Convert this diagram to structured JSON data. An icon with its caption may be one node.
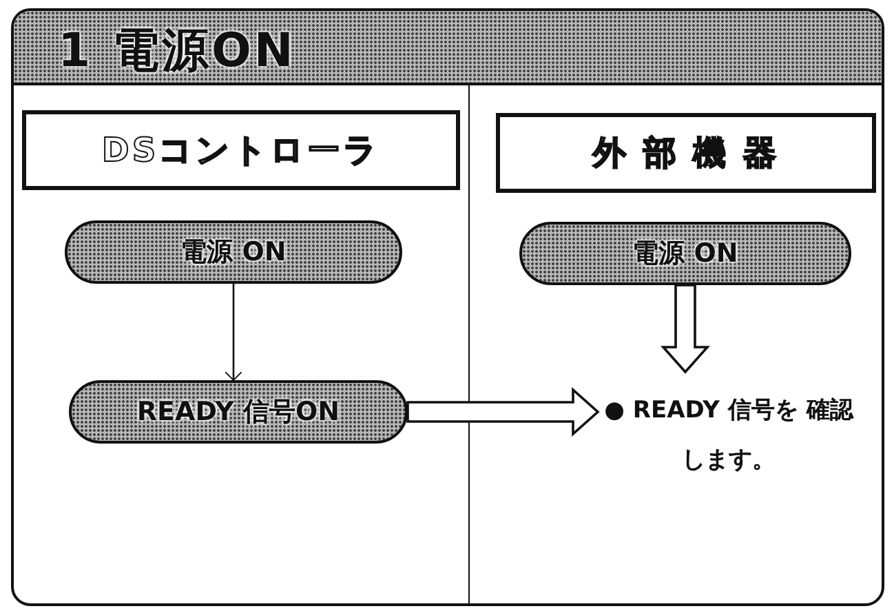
{
  "diagram": {
    "title": "1 電源ON",
    "nodes": [
      {
        "text": [
          "DSコントローラ"
        ]
      },
      {
        "text": [
          "外 部 機 器"
        ]
      },
      {
        "text": [
          "電源 ON"
        ]
      },
      {
        "text": [
          "READY 信号ON"
        ]
      },
      {
        "text": [
          "電源 ON"
        ]
      },
      {
        "text": [
          "● READY 信号を 確認します。"
        ]
      }
    ],
    "edges": [
      {
        "from": 2,
        "to": 3,
        "arrow": "to"
      },
      {
        "from": 3,
        "to": 5,
        "arrow": "to",
        "style": "thick"
      },
      {
        "from": 4,
        "to": 5,
        "arrow": "to",
        "style": "thick"
      }
    ]
  }
}
